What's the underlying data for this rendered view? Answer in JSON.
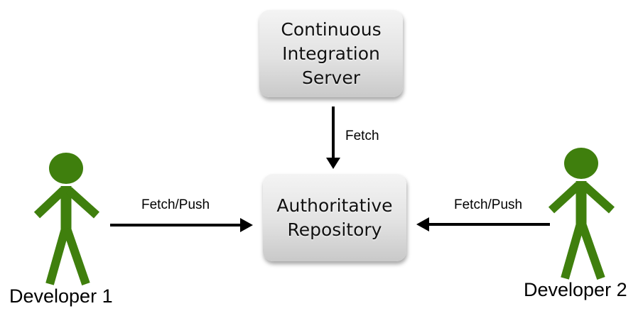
{
  "nodes": {
    "ci_server": "Continuous\nIntegration\nServer",
    "repository": "Authoritative\nRepository"
  },
  "edges": {
    "ci_fetch": "Fetch",
    "dev1_fetch_push": "Fetch/Push",
    "dev2_fetch_push": "Fetch/Push"
  },
  "actors": {
    "developer_1": "Developer 1",
    "developer_2": "Developer 2"
  },
  "colors": {
    "stick_figure": "#3f7f0d",
    "arrow": "#000000"
  }
}
